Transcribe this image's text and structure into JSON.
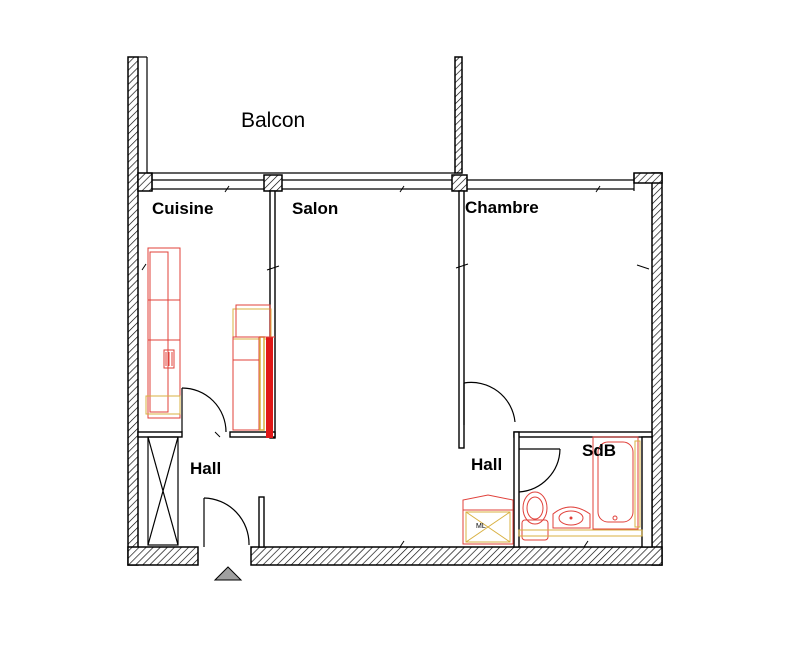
{
  "rooms": {
    "balcon": "Balcon",
    "cuisine": "Cuisine",
    "salon": "Salon",
    "chambre": "Chambre",
    "hall_left": "Hall",
    "hall_right": "Hall",
    "sdb": "SdB"
  },
  "fixtures": {
    "ml": "ML"
  },
  "colors": {
    "fixture_red": "#e0403a",
    "fixture_yellow": "#d8b040",
    "entrance_marker": "#a0a0a0"
  }
}
